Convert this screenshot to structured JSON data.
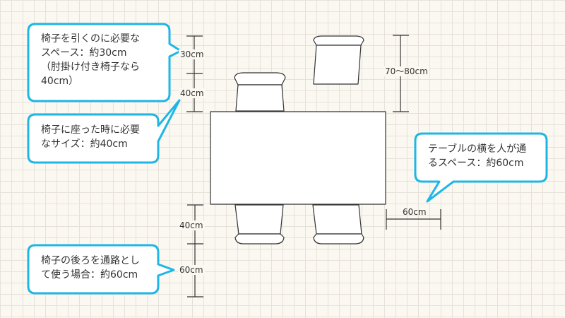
{
  "colors": {
    "bubble_border": "#1fb6e5",
    "bubble_fill": "#ffffff",
    "line": "#333333",
    "text": "#333333",
    "grid": "#e6e2da",
    "background": "#fbf8f1"
  },
  "callouts": {
    "pull_chair": {
      "line1": "椅子を引くのに必要な",
      "line2": "スペース：約30cm",
      "line3": "（肘掛け付き椅子なら",
      "line4": "40cm）"
    },
    "sit_size": {
      "line1": "椅子に座った時に必要",
      "line2": "なサイズ：約40cm"
    },
    "passage_behind": {
      "line1": "椅子の後ろを通路とし",
      "line2": "て使う場合：約60cm"
    },
    "side_passage": {
      "line1": "テーブルの横を人が通",
      "line2": "るスペース：約60cm"
    }
  },
  "dimensions": {
    "top_upper": "30cm",
    "top_lower": "40cm",
    "top_right": "70〜80cm",
    "bottom_upper": "40cm",
    "bottom_lower": "60cm",
    "side": "60cm"
  }
}
